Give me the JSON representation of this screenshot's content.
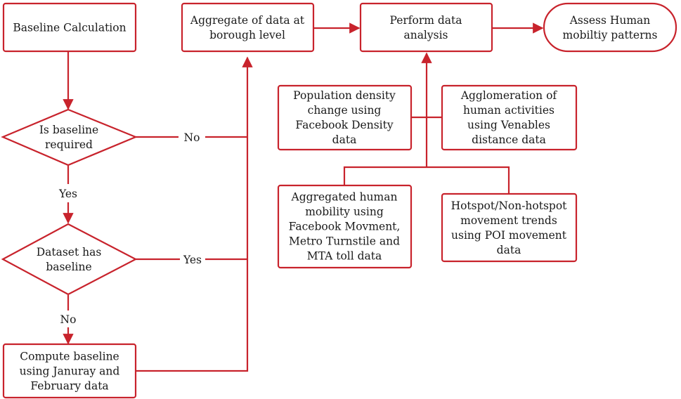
{
  "colors": {
    "stroke": "#c8232c",
    "text": "#1a1a1a",
    "fill": "#ffffff"
  },
  "nodes": {
    "baseline_calc": {
      "lines": [
        "Baseline Calculation"
      ]
    },
    "is_baseline_required": {
      "lines": [
        "Is baseline",
        "required"
      ]
    },
    "dataset_has_baseline": {
      "lines": [
        "Dataset has",
        "baseline"
      ]
    },
    "compute_baseline": {
      "lines": [
        "Compute baseline",
        "using Januray and",
        "February data"
      ]
    },
    "aggregate_borough": {
      "lines": [
        "Aggregate of data at",
        "borough level"
      ]
    },
    "perform_analysis": {
      "lines": [
        "Perform data",
        "analysis"
      ]
    },
    "assess_mobility": {
      "lines": [
        "Assess Human",
        "mobiltiy patterns"
      ]
    },
    "population_density": {
      "lines": [
        "Population density",
        "change using",
        "Facebook Density",
        "data"
      ]
    },
    "agglomeration": {
      "lines": [
        "Agglomeration of",
        "human activities",
        "using Venables",
        "distance data"
      ]
    },
    "aggregated_mobility": {
      "lines": [
        "Aggregated human",
        "mobility using",
        "Facebook Movment,",
        "Metro Turnstile and",
        "MTA toll data"
      ]
    },
    "hotspot_trends": {
      "lines": [
        "Hotspot/Non-hotspot",
        "movement trends",
        "using POI movement",
        "data"
      ]
    }
  },
  "edge_labels": {
    "no_top": "No",
    "yes_down": "Yes",
    "yes_right": "Yes",
    "no_down": "No"
  }
}
